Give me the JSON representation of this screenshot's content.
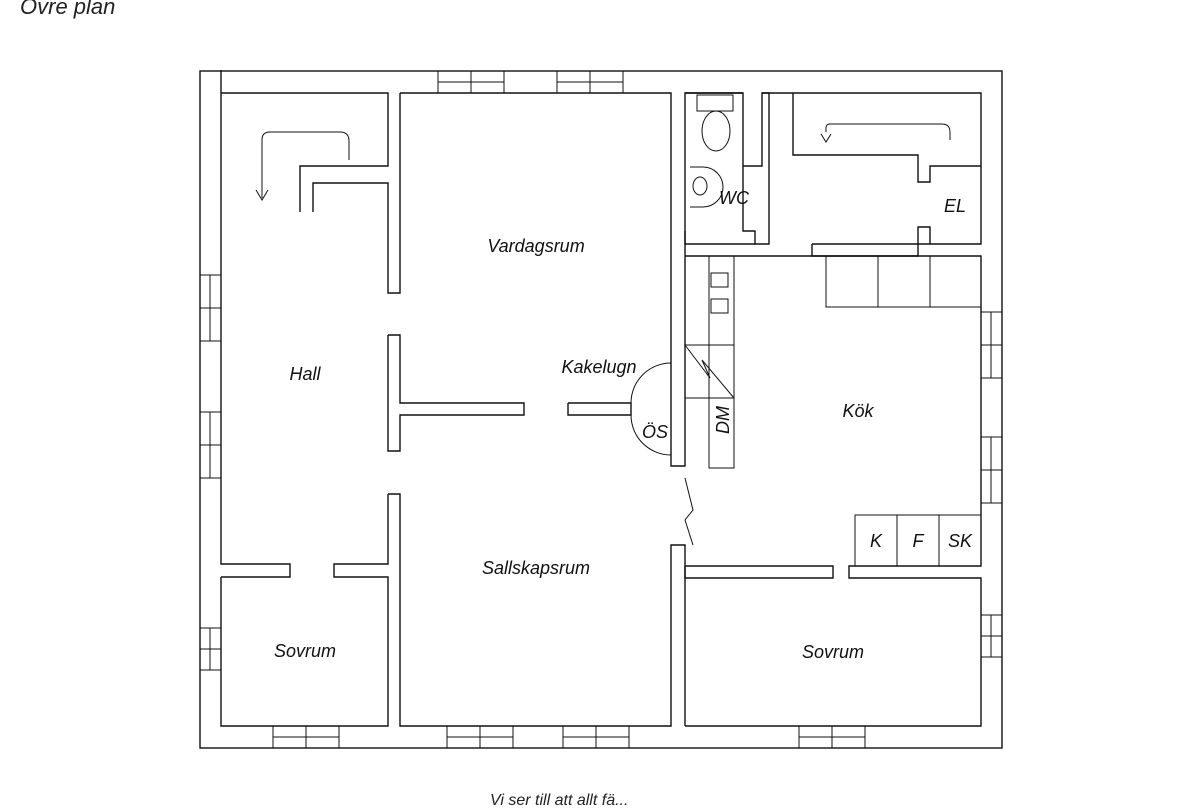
{
  "title": "Övre plan",
  "footer_note": "Vi ser till att allt fä...",
  "rooms": {
    "vardagsrum": "Vardagsrum",
    "hall": "Hall",
    "kakelugn": "Kakelugn",
    "os": "ÖS",
    "sallskapsrum": "Sallskapsrum",
    "sovrum_left": "Sovrum",
    "sovrum_right": "Sovrum",
    "kok": "Kök",
    "wc": "WC",
    "el": "EL",
    "dm": "DM",
    "k": "K",
    "f": "F",
    "sk": "SK"
  },
  "colors": {
    "line": "#111111",
    "background": "#ffffff"
  }
}
